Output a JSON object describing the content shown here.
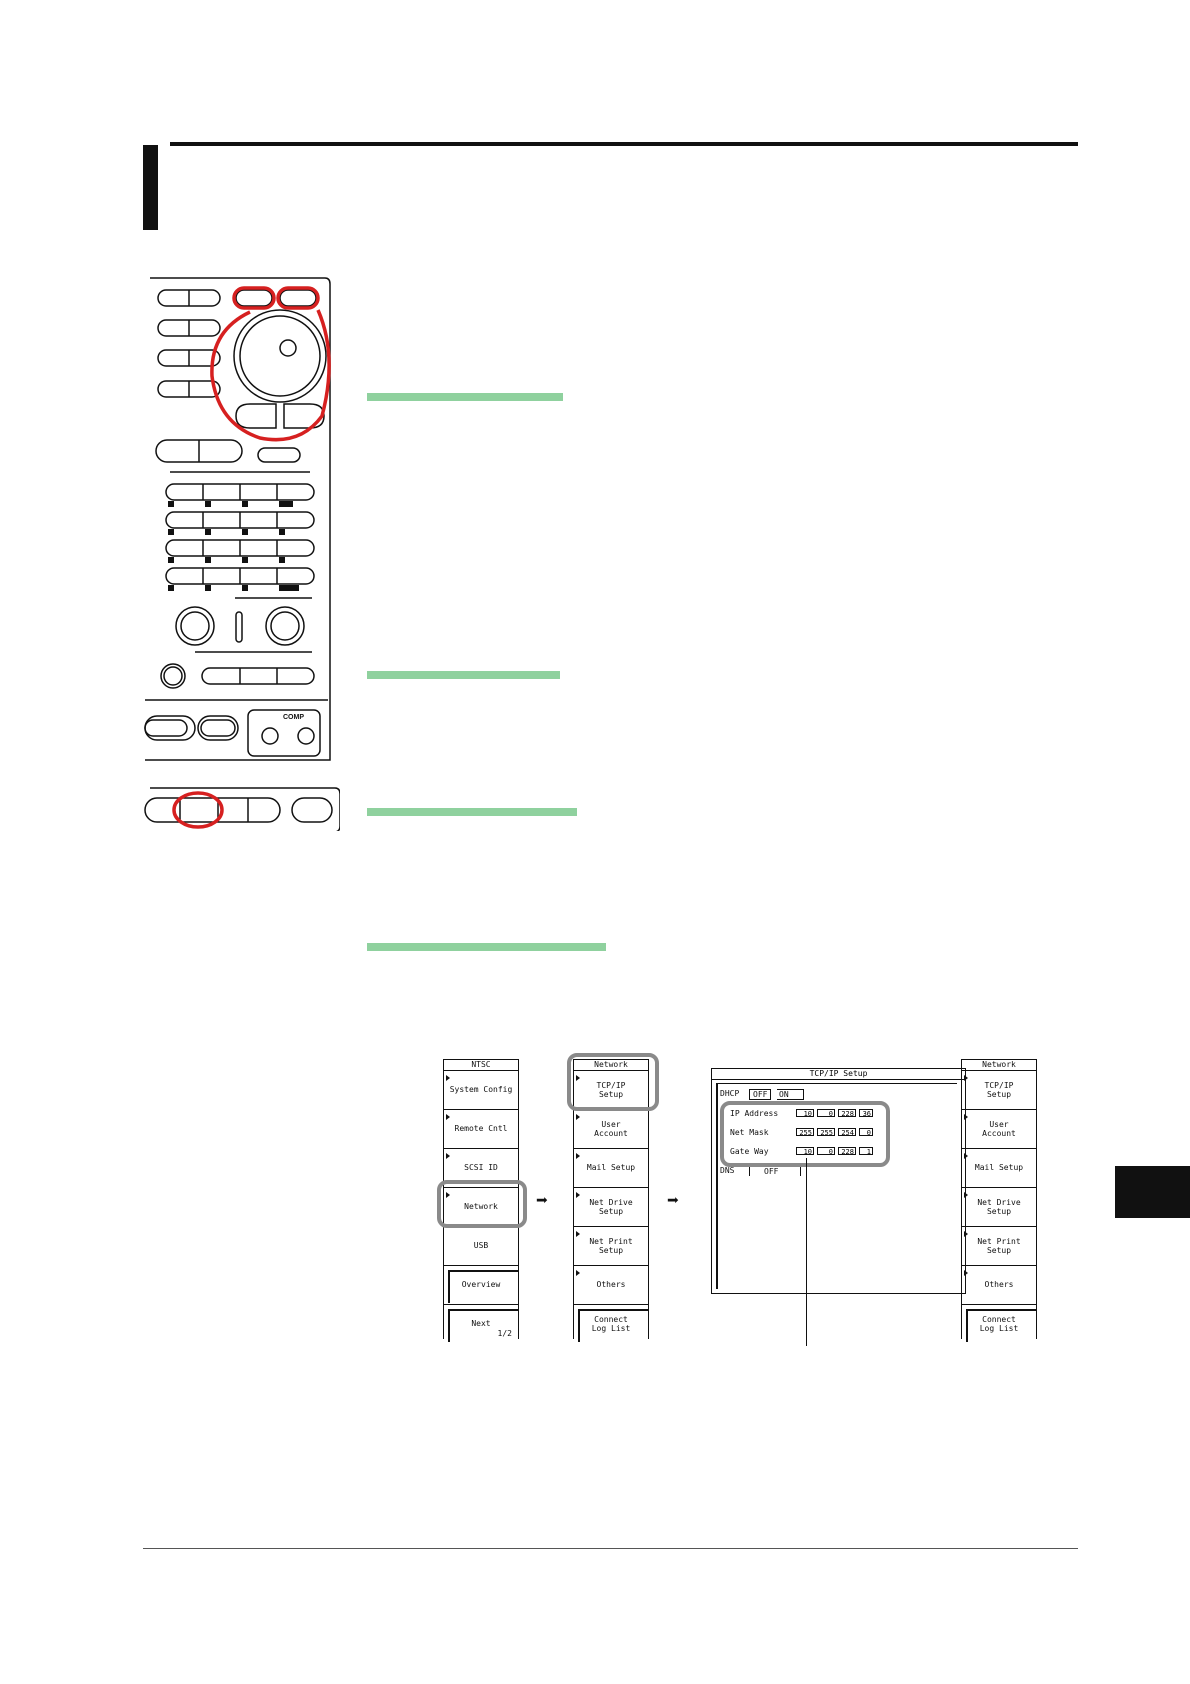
{
  "page": {
    "accent_green": "#8fd19e",
    "highlight_red": "#d62020",
    "highlight_gray": "#8a8a8a"
  },
  "panel": {
    "comp_label": "COMP"
  },
  "menu1": {
    "header": "NTSC",
    "items": [
      {
        "label": "System Config"
      },
      {
        "label": "Remote Cntl"
      },
      {
        "label": "SCSI ID"
      },
      {
        "label": "Network"
      },
      {
        "label": "USB"
      },
      {
        "label": "Overview"
      },
      {
        "label": "Next",
        "page": "1/2"
      }
    ]
  },
  "menu2": {
    "header": "Network",
    "items": [
      {
        "line1": "TCP/IP",
        "line2": "Setup"
      },
      {
        "line1": "User",
        "line2": "Account"
      },
      {
        "line1": "Mail Setup",
        "line2": ""
      },
      {
        "line1": "Net Drive",
        "line2": "Setup"
      },
      {
        "line1": "Net Print",
        "line2": "Setup"
      },
      {
        "line1": "Others",
        "line2": ""
      },
      {
        "line1": "Connect",
        "line2": "Log List"
      }
    ]
  },
  "dialog": {
    "title": "TCP/IP Setup",
    "dhcp_label": "DHCP",
    "dhcp_off": "OFF",
    "dhcp_on": "ON",
    "ip_label": "IP Address",
    "ip": [
      "10",
      "0",
      "228",
      "36"
    ],
    "mask_label": "Net Mask",
    "mask": [
      "255",
      "255",
      "254",
      "0"
    ],
    "gw_label": "Gate Way",
    "gw": [
      "10",
      "0",
      "228",
      "1"
    ],
    "dns_label": "DNS",
    "dns_value": "OFF"
  },
  "menu3": {
    "header": "Network",
    "items": [
      {
        "line1": "TCP/IP",
        "line2": "Setup"
      },
      {
        "line1": "User",
        "line2": "Account"
      },
      {
        "line1": "Mail Setup",
        "line2": ""
      },
      {
        "line1": "Net Drive",
        "line2": "Setup"
      },
      {
        "line1": "Net Print",
        "line2": "Setup"
      },
      {
        "line1": "Others",
        "line2": ""
      },
      {
        "line1": "Connect",
        "line2": "Log List"
      }
    ]
  }
}
